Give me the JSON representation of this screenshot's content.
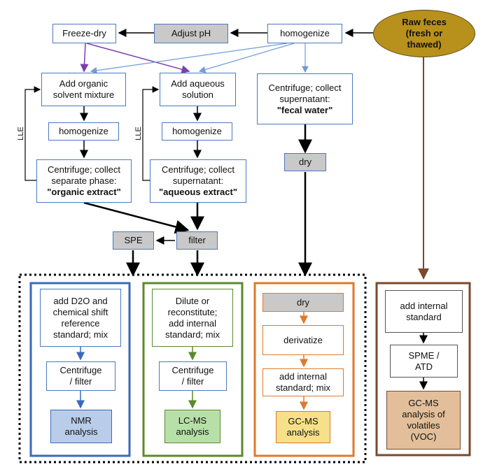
{
  "raw_feces": "Raw feces\n(fresh or\nthawed)",
  "homogenize_top": "homogenize",
  "adjust_ph": "Adjust pH",
  "freeze_dry": "Freeze-dry",
  "add_organic": "Add organic\nsolvent mixture",
  "add_aqueous": "Add aqueous\nsolution",
  "centrifuge_fecal_water_line1": "Centrifuge; collect\nsupernatant:",
  "fecal_water_label": "\"fecal water\"",
  "homogenize_organic": "homogenize",
  "homogenize_aqueous": "homogenize",
  "dry_top": "dry",
  "centrifuge_organic_line1": "Centrifuge; collect\nseparate phase:",
  "organic_extract_label": "\"organic extract\"",
  "centrifuge_aqueous_line1": "Centrifuge; collect\nsupernatant:",
  "aqueous_extract_label": "\"aqueous extract\"",
  "lle_left": "LLE",
  "lle_right": "LLE",
  "spe": "SPE",
  "filter": "filter",
  "nmr": {
    "step1": "add D2O and\nchemical shift\nreference\nstandard; mix",
    "step2": "Centrifuge\n/ filter",
    "step3": "NMR\nanalysis"
  },
  "lcms": {
    "step1": "Dilute or\nreconstitute;\nadd internal\nstandard; mix",
    "step2": "Centrifuge\n/ filter",
    "step3": "LC-MS\nanalysis"
  },
  "gcms": {
    "step1": "dry",
    "step2": "derivatize",
    "step3": "add internal\nstandard; mix",
    "step4": "GC-MS\nanalysis"
  },
  "voc": {
    "step1": "add internal\nstandard",
    "step2": "SPME /\nATD",
    "step3": "GC-MS\nanalysis of\nvolatiles\n(VOC)"
  },
  "colors": {
    "blue": "#4a78c2",
    "green": "#5b8a2e",
    "orange": "#e0792a",
    "brown": "#7a4a2a",
    "purple": "#7a3fb0",
    "raw_feces_fill": "#b8901c",
    "nmr_fill": "#b9cdea",
    "lcms_fill": "#b7e0a8",
    "gcms_fill": "#f7e08a",
    "voc_fill": "#e2bf9a",
    "gray_fill": "#c9c9c9"
  }
}
